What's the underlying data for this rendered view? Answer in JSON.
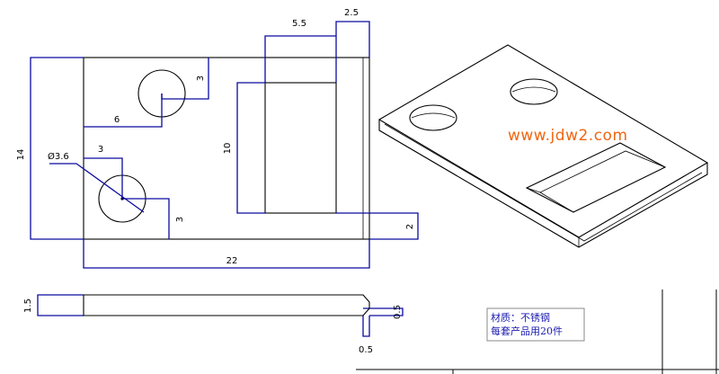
{
  "watermark": "www.jdw2.com",
  "dimensions": {
    "overall_width": "22",
    "overall_height": "14",
    "slot_width": "5.5",
    "slot_right_offset": "2.5",
    "slot_height": "10",
    "slot_bottom_offset": "2",
    "hole1_x": "6",
    "hole1_y": "3",
    "hole2_x": "3",
    "hole2_y": "3",
    "hole_diameter": "Ø3.6",
    "thickness": "1.5",
    "chamfer_v": "0.5",
    "chamfer_h": "0.5"
  },
  "notes": {
    "line1": "材质：不锈钢",
    "line2": "每套产品用20件"
  }
}
